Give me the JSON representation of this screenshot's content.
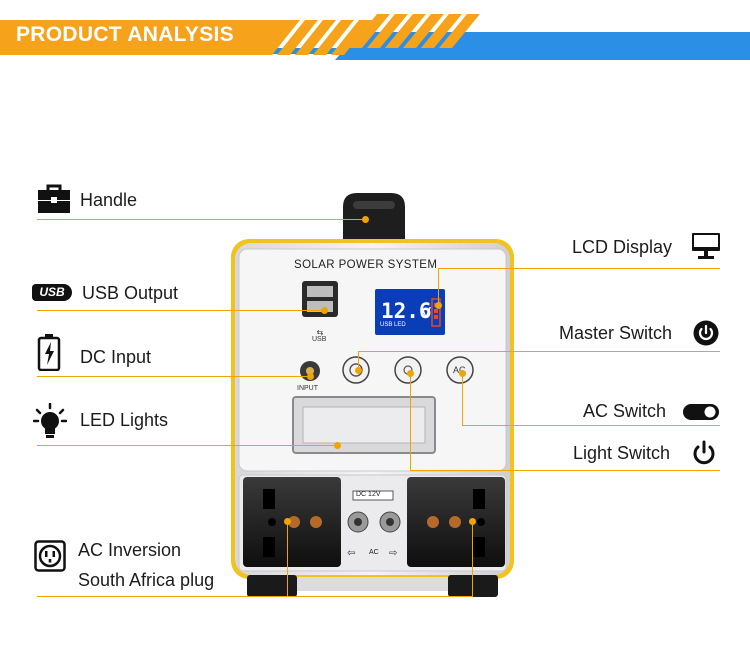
{
  "header": {
    "title": "PRODUCT ANALYSIS",
    "colors": {
      "orange": "#f6a31b",
      "blue": "#2b8fe6"
    }
  },
  "device": {
    "panel_title": "SOLAR POWER SYSTEM",
    "usb_label": "USB",
    "lcd_value": "12.6",
    "lcd_unit": "V",
    "lcd_sub": "USB LED",
    "input_label": "INPUT",
    "ac_button_label": "AC",
    "dc_label": "DC 12V",
    "ac_label": "AC"
  },
  "callouts": {
    "handle": {
      "label": "Handle",
      "icon": "toolbox-icon"
    },
    "usb_output": {
      "label": "USB Output",
      "icon": "usb-icon"
    },
    "dc_input": {
      "label": "DC Input",
      "icon": "battery-icon"
    },
    "led_lights": {
      "label": "LED Lights",
      "icon": "lightbulb-icon"
    },
    "ac_inversion": {
      "label": "AC Inversion",
      "sublabel": "South Africa plug",
      "icon": "outlet-icon"
    },
    "lcd_display": {
      "label": "LCD Display",
      "icon": "monitor-icon"
    },
    "master_switch": {
      "label": "Master Switch",
      "icon": "power-icon"
    },
    "ac_switch": {
      "label": "AC Switch",
      "icon": "toggle-icon"
    },
    "light_switch": {
      "label": "Light Switch",
      "icon": "power-icon"
    }
  }
}
